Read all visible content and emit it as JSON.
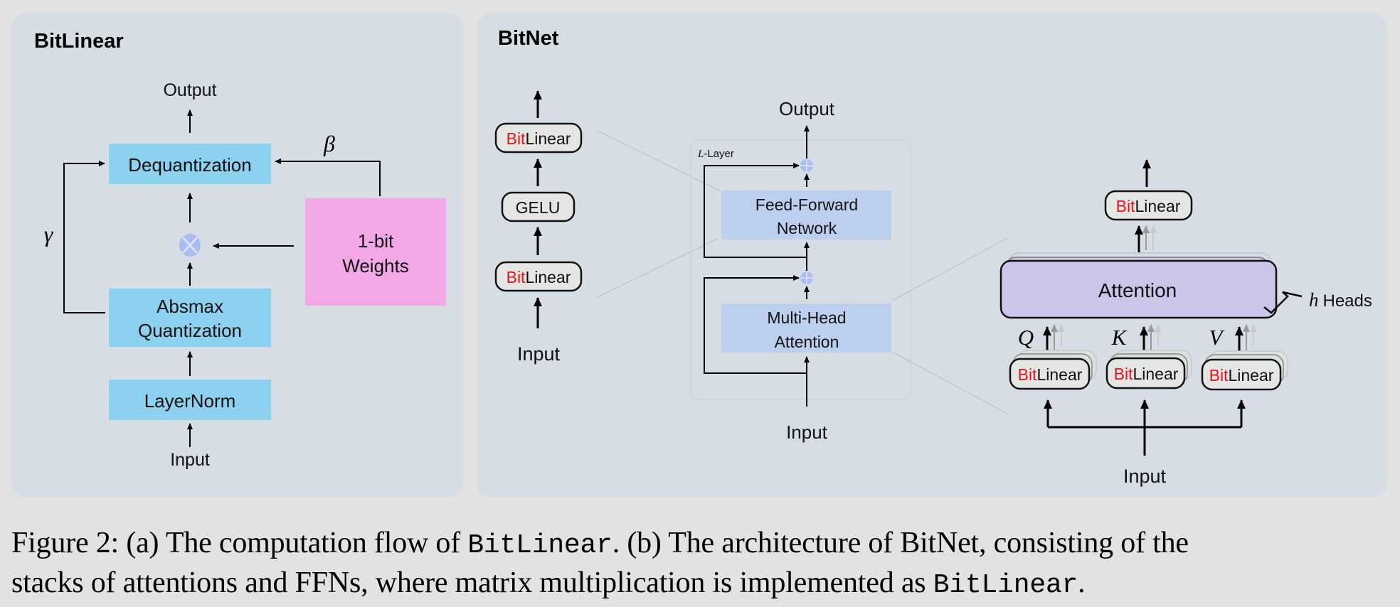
{
  "panels": {
    "bitlinear": {
      "title": "BitLinear",
      "output_label": "Output",
      "input_label": "Input",
      "dequant_label": "Dequantization",
      "absmax_label_1": "Absmax",
      "absmax_label_2": "Quantization",
      "layernorm_label": "LayerNorm",
      "weights_label_1": "1-bit",
      "weights_label_2": "Weights",
      "beta": "β",
      "gamma": "γ",
      "colors": {
        "block": "#8dd1f1",
        "weights": "#f2a8e6",
        "op": "#a9bdf0"
      }
    },
    "bitnet": {
      "title": "BitNet",
      "ffn_stack": {
        "top_label_bit": "Bit",
        "top_label_linear": "Linear",
        "gelu_label": "GELU",
        "bottom_label_bit": "Bit",
        "bottom_label_linear": "Linear",
        "input_label": "Input"
      },
      "layer_stack": {
        "output_label": "Output",
        "layer_label_var": "L",
        "layer_label_rest": "-Layer",
        "ffn_label_1": "Feed-Forward",
        "ffn_label_2": "Network",
        "mha_label_1": "Multi-Head",
        "mha_label_2": "Attention",
        "input_label": "Input"
      },
      "attention": {
        "out_bit": "Bit",
        "out_linear": "Linear",
        "attention_label": "Attention",
        "heads_var": "h",
        "heads_label": "Heads",
        "q": "Q",
        "k": "K",
        "v": "V",
        "proj_bit": "Bit",
        "proj_linear": "Linear",
        "input_label": "Input"
      },
      "colors": {
        "bit_red": "#e8141c",
        "pill": "#e4e6e4",
        "block": "#bccfef",
        "attention": "#cbc6e9"
      }
    }
  },
  "caption": {
    "line1_a": "Figure 2: (a) The computation flow of ",
    "line1_code": "BitLinear",
    "line1_b": ". (b) The architecture of BitNet, consisting of the",
    "line2_a": "stacks of attentions and FFNs, where matrix multiplication is implemented as ",
    "line2_code": "BitLinear",
    "line2_b": "."
  }
}
